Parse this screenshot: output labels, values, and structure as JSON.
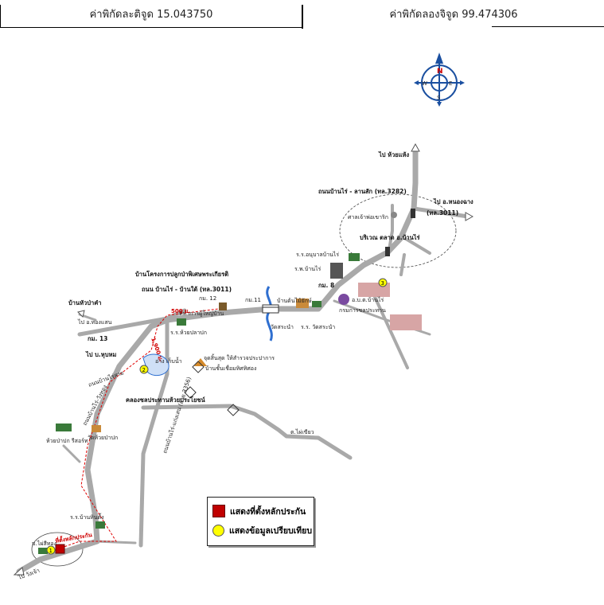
{
  "header": {
    "latitude_label": "ค่าพิกัดละติจูด 15.043750",
    "longitude_label": "ค่าพิกัดลองจิจูด 99.474306"
  },
  "compass": {
    "north": "N",
    "south": "S",
    "east": "E",
    "west": "W"
  },
  "labels": {
    "to_huai_haeng": "ไป ห้วยแห้ง",
    "road_3282": "ถนนบ้านไร่ - ลานสัก (ทล.3282)",
    "to_nong_chang": "ไป อ.หนองฉาง",
    "road_3011": "(ทล.3011)",
    "shrine": "ศาลเจ้าพ่อเขาริก",
    "market_area": "บริเวณ ตลาด อ.บ้านไร่",
    "school_anuban": "ร.ร.อนุบาลบ้านไร่",
    "hospital": "ร.พ.บ้านไร่",
    "km8": "กม. 8",
    "district_office": "อ.บ.ต.บ้านไร่",
    "water_office": "กรมการชลประทาน",
    "tonmai_village": "บ้านต้นไม้ยักษ์",
    "wat_sa_prang": "วัดสระนำ",
    "school_sa_prang": "ร.ร. วัดสระนำ",
    "km11": "กม.11",
    "royal_project": "บ้านโครงการปลูกป่าพิเศษพระเกียรติ",
    "road_3011_banrai": "ถนน บ้านไร่ - บ้านใต้ (ทล.3011)",
    "temple_pa_kum": "บ้านหัวป่าคำ",
    "km12": "กม. 12",
    "khao_pang": "ที่ทำการผู้ใหญ่บ้าน",
    "school_huai_pla_kang": "ร.ร.ห้วยปลาปก",
    "dist_500m": "500 ม.",
    "dist_1900m": "1,900 ม.",
    "ban_huai_pla_kang": "บ้านห้วยปลาปก รีสอร์ท",
    "to_mueang": "ไป อ.ทองแสน",
    "km13": "กม. 13",
    "to_ban_ha": "ไป บ.หุบหม",
    "reservoir": "อ่าง เก็บน้ำ",
    "fish_point": "จุดสิ้นสุด ให้สำรวจประปาการ",
    "school_ban_chan": "บ้านชั้นเชื่อมทิศทิศอง",
    "irrigation_canal": "คลองชลประทานห้วยประโยชน์",
    "road_banrai_kokku": "ถนนบ้านไร่-แก่งเสน (สาย 3356)",
    "road_banrai_hang": "ถนนบ้านไร่-วังทอง",
    "road_small": "ถนนบ้านไร่สาย",
    "ban_phuwa": "ต.ไผ่เขียว",
    "resort": "ห้วยป่าปก รีสอร์ท",
    "temple_resort": "วัดห้วยป่าปก",
    "school_ban_hin_tung": "ร.ร.บ้านหินตั้ง",
    "mu_ban_si": "ม.ไผ่สีทอง",
    "site_label": "ที่ตั้งหลักประกัน",
    "to_wang_chao": "ไป วังเจ้า"
  },
  "markers": {
    "circle_1": "1",
    "circle_2": "2",
    "circle_3": "3"
  },
  "legend": {
    "collateral": "แสดงที่ตั้งหลักประกัน",
    "comparison": "แสดงข้อมูลเปรียบเทียบ"
  },
  "colors": {
    "road": "#a9a9a9",
    "route": "#e00000",
    "collateral": "#c00000",
    "comparison": "#ffff00",
    "water": "#2f6fd0",
    "compass": "#1a4fa0"
  }
}
